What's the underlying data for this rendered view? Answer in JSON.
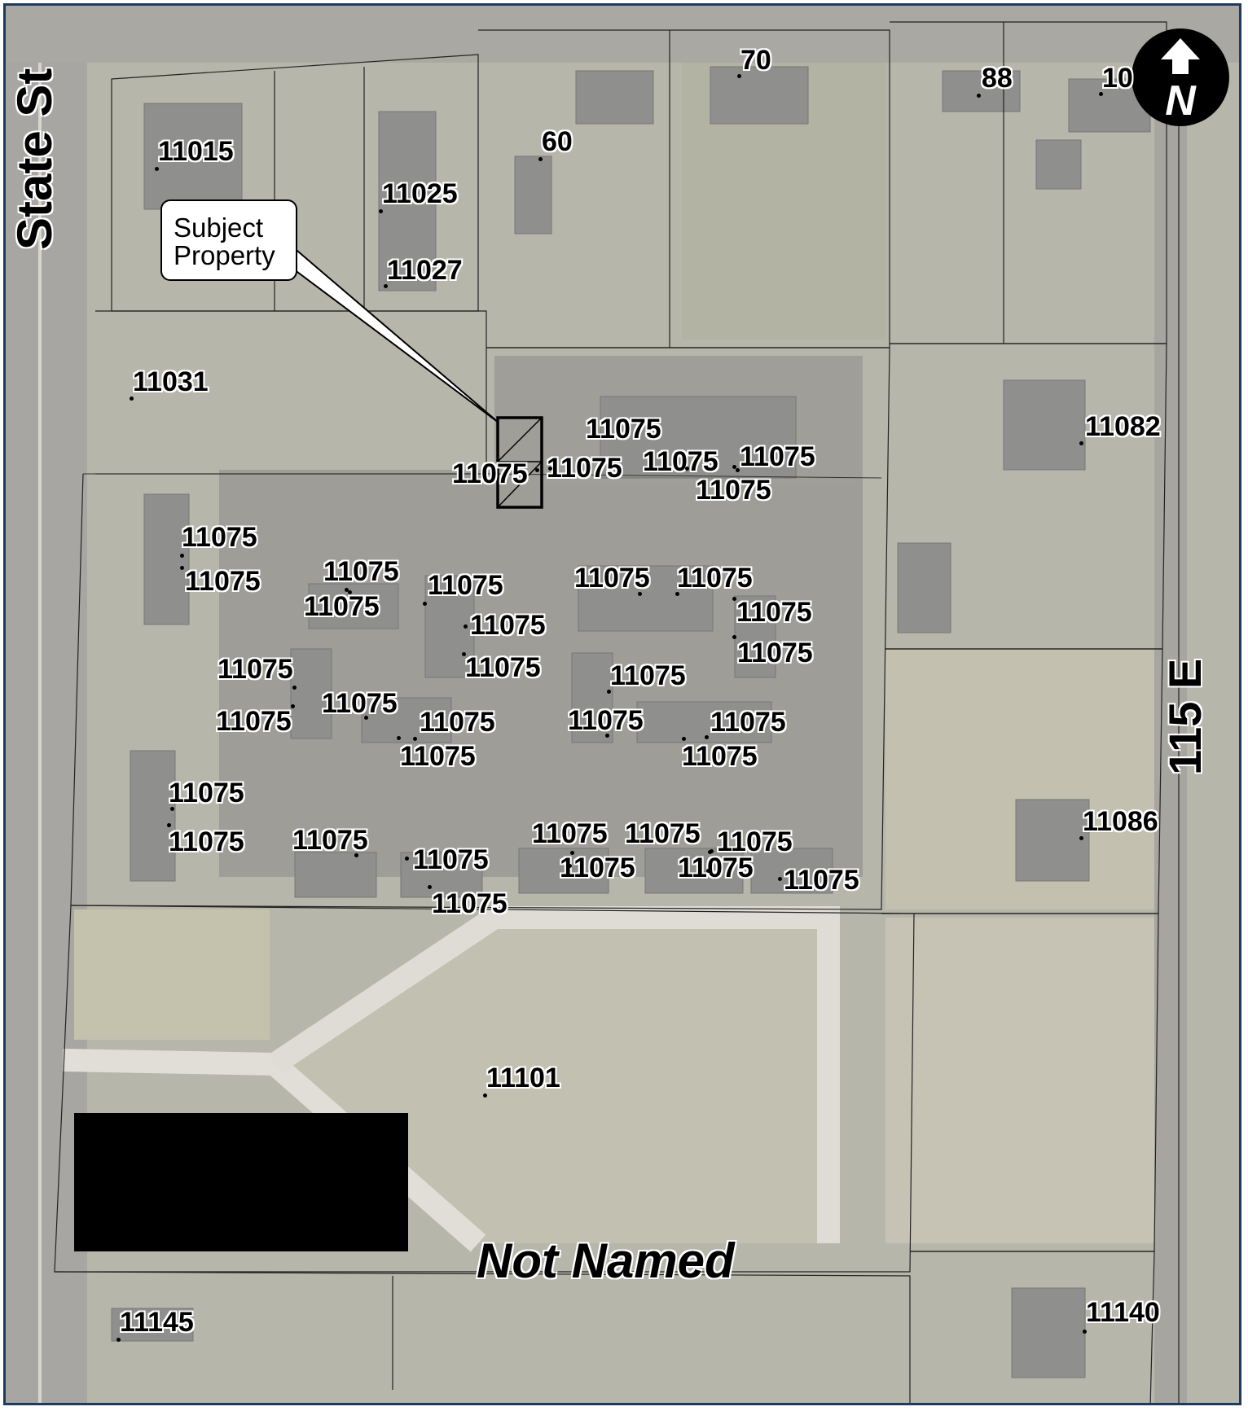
{
  "callout": {
    "line1": "Subject",
    "line2": "Property"
  },
  "roads": {
    "west": "State St",
    "east": "115 E",
    "south": "Not Named"
  },
  "north_arrow": {
    "letter": "N",
    "icon": "north-arrow-icon"
  },
  "parcel_labels": [
    "70",
    "88",
    "10",
    "60",
    "11015",
    "11025",
    "11027",
    "11031",
    "11075",
    "11082",
    "11086",
    "11101",
    "11140",
    "11145"
  ],
  "colors": {
    "border": "#1f3a5c",
    "parcel_line": "#222222",
    "subject_outline": "#000000"
  }
}
